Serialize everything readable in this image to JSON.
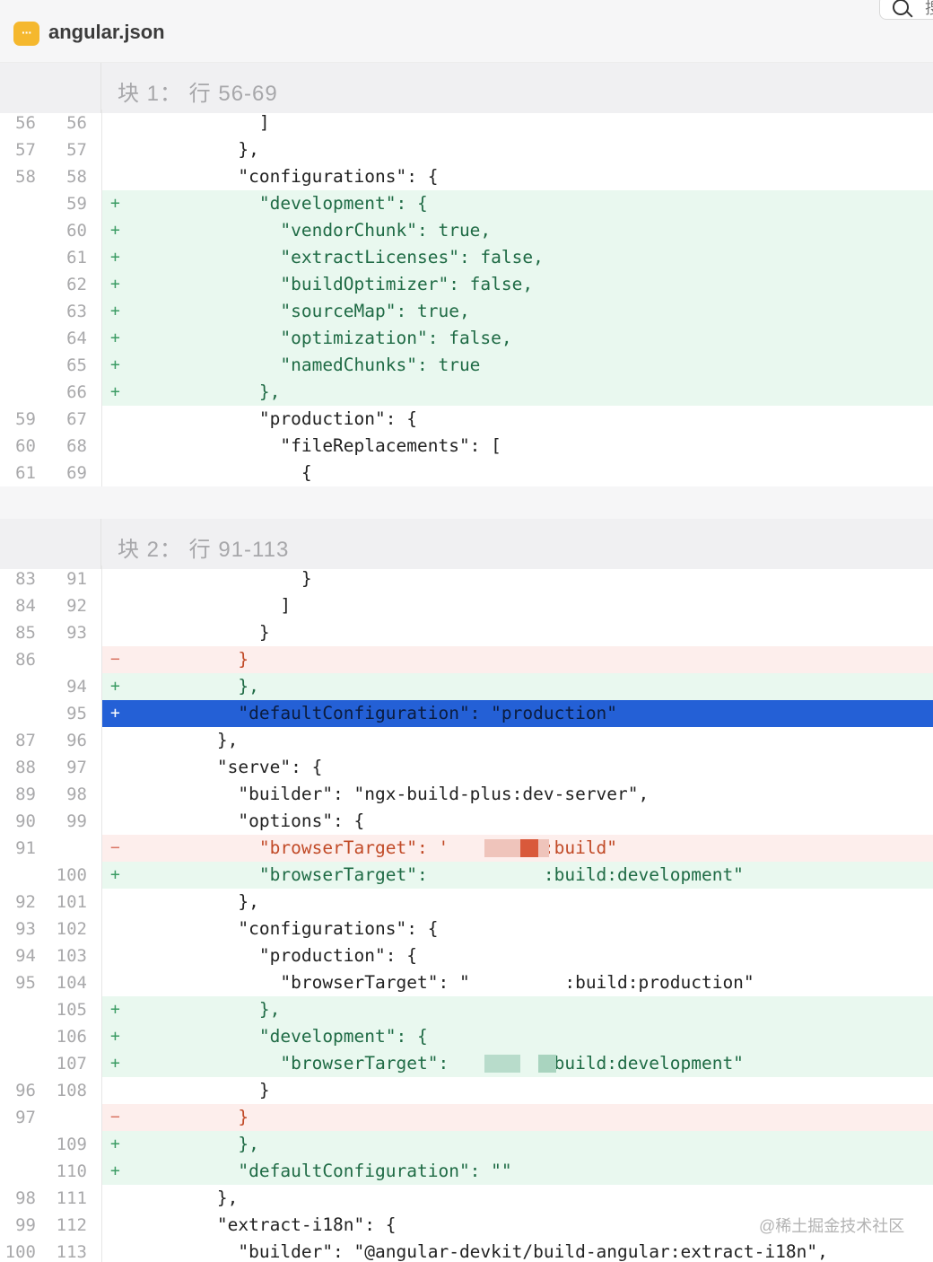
{
  "file": {
    "icon": "json-file-icon",
    "icon_glyph": "···",
    "name": "angular.json"
  },
  "search": {
    "icon": "search-icon",
    "extra_glyph": "搜"
  },
  "hunks": [
    {
      "label": "块 1： 行 56-69",
      "lines": [
        {
          "old": "56",
          "new": "56",
          "type": "ctx",
          "sign": "",
          "text": "            ]"
        },
        {
          "old": "57",
          "new": "57",
          "type": "ctx",
          "sign": "",
          "text": "          },"
        },
        {
          "old": "58",
          "new": "58",
          "type": "ctx",
          "sign": "",
          "text": "          \"configurations\": {"
        },
        {
          "old": "",
          "new": "59",
          "type": "add",
          "sign": "+",
          "text": "            \"development\": {"
        },
        {
          "old": "",
          "new": "60",
          "type": "add",
          "sign": "+",
          "text": "              \"vendorChunk\": true,"
        },
        {
          "old": "",
          "new": "61",
          "type": "add",
          "sign": "+",
          "text": "              \"extractLicenses\": false,"
        },
        {
          "old": "",
          "new": "62",
          "type": "add",
          "sign": "+",
          "text": "              \"buildOptimizer\": false,"
        },
        {
          "old": "",
          "new": "63",
          "type": "add",
          "sign": "+",
          "text": "              \"sourceMap\": true,"
        },
        {
          "old": "",
          "new": "64",
          "type": "add",
          "sign": "+",
          "text": "              \"optimization\": false,"
        },
        {
          "old": "",
          "new": "65",
          "type": "add",
          "sign": "+",
          "text": "              \"namedChunks\": true"
        },
        {
          "old": "",
          "new": "66",
          "type": "add",
          "sign": "+",
          "text": "            },"
        },
        {
          "old": "59",
          "new": "67",
          "type": "ctx",
          "sign": "",
          "text": "            \"production\": {"
        },
        {
          "old": "60",
          "new": "68",
          "type": "ctx",
          "sign": "",
          "text": "              \"fileReplacements\": ["
        },
        {
          "old": "61",
          "new": "69",
          "type": "ctx",
          "sign": "",
          "text": "                {"
        }
      ]
    },
    {
      "label": "块 2： 行 91-113",
      "lines": [
        {
          "old": "83",
          "new": "91",
          "type": "ctx",
          "sign": "",
          "text": "                }"
        },
        {
          "old": "84",
          "new": "92",
          "type": "ctx",
          "sign": "",
          "text": "              ]"
        },
        {
          "old": "85",
          "new": "93",
          "type": "ctx",
          "sign": "",
          "text": "            }"
        },
        {
          "old": "86",
          "new": "",
          "type": "del",
          "sign": "−",
          "text": "          }"
        },
        {
          "old": "",
          "new": "94",
          "type": "add",
          "sign": "+",
          "text": "          },"
        },
        {
          "old": "",
          "new": "95",
          "type": "sel",
          "sign": "+",
          "text": "          \"defaultConfiguration\": \"production\""
        },
        {
          "old": "87",
          "new": "96",
          "type": "ctx",
          "sign": "",
          "text": "        },"
        },
        {
          "old": "88",
          "new": "97",
          "type": "ctx",
          "sign": "",
          "text": "        \"serve\": {"
        },
        {
          "old": "89",
          "new": "98",
          "type": "ctx",
          "sign": "",
          "text": "          \"builder\": \"ngx-build-plus:dev-server\","
        },
        {
          "old": "90",
          "new": "99",
          "type": "ctx",
          "sign": "",
          "text": "          \"options\": {"
        },
        {
          "old": "91",
          "new": "",
          "type": "del",
          "sign": "−",
          "text": "            \"browserTarget\": '         :build\""
        },
        {
          "old": "",
          "new": "100",
          "type": "add",
          "sign": "+",
          "text": "            \"browserTarget\":           :build:development\""
        },
        {
          "old": "92",
          "new": "101",
          "type": "ctx",
          "sign": "",
          "text": "          },"
        },
        {
          "old": "93",
          "new": "102",
          "type": "ctx",
          "sign": "",
          "text": "          \"configurations\": {"
        },
        {
          "old": "94",
          "new": "103",
          "type": "ctx",
          "sign": "",
          "text": "            \"production\": {"
        },
        {
          "old": "95",
          "new": "104",
          "type": "ctx",
          "sign": "",
          "text": "              \"browserTarget\": \"         :build:production\""
        },
        {
          "old": "",
          "new": "105",
          "type": "add",
          "sign": "+",
          "text": "            },"
        },
        {
          "old": "",
          "new": "106",
          "type": "add",
          "sign": "+",
          "text": "            \"development\": {"
        },
        {
          "old": "",
          "new": "107",
          "type": "add",
          "sign": "+",
          "text": "              \"browserTarget\":         :build:development\""
        },
        {
          "old": "96",
          "new": "108",
          "type": "ctx",
          "sign": "",
          "text": "            }"
        },
        {
          "old": "97",
          "new": "",
          "type": "del",
          "sign": "−",
          "text": "          }"
        },
        {
          "old": "",
          "new": "109",
          "type": "add",
          "sign": "+",
          "text": "          },"
        },
        {
          "old": "",
          "new": "110",
          "type": "add",
          "sign": "+",
          "text": "          \"defaultConfiguration\": \"\""
        },
        {
          "old": "98",
          "new": "111",
          "type": "ctx",
          "sign": "",
          "text": "        },"
        },
        {
          "old": "99",
          "new": "112",
          "type": "ctx",
          "sign": "",
          "text": "        \"extract-i18n\": {"
        },
        {
          "old": "100",
          "new": "113",
          "type": "ctx",
          "sign": "",
          "text": "          \"builder\": \"@angular-devkit/build-angular:extract-i18n\","
        }
      ]
    }
  ],
  "watermark": "@稀土掘金技术社区",
  "colors": {
    "added_bg": "#e9f8ef",
    "removed_bg": "#fdeeec",
    "selected_bg": "#2460d6",
    "file_icon": "#f5b82e"
  }
}
